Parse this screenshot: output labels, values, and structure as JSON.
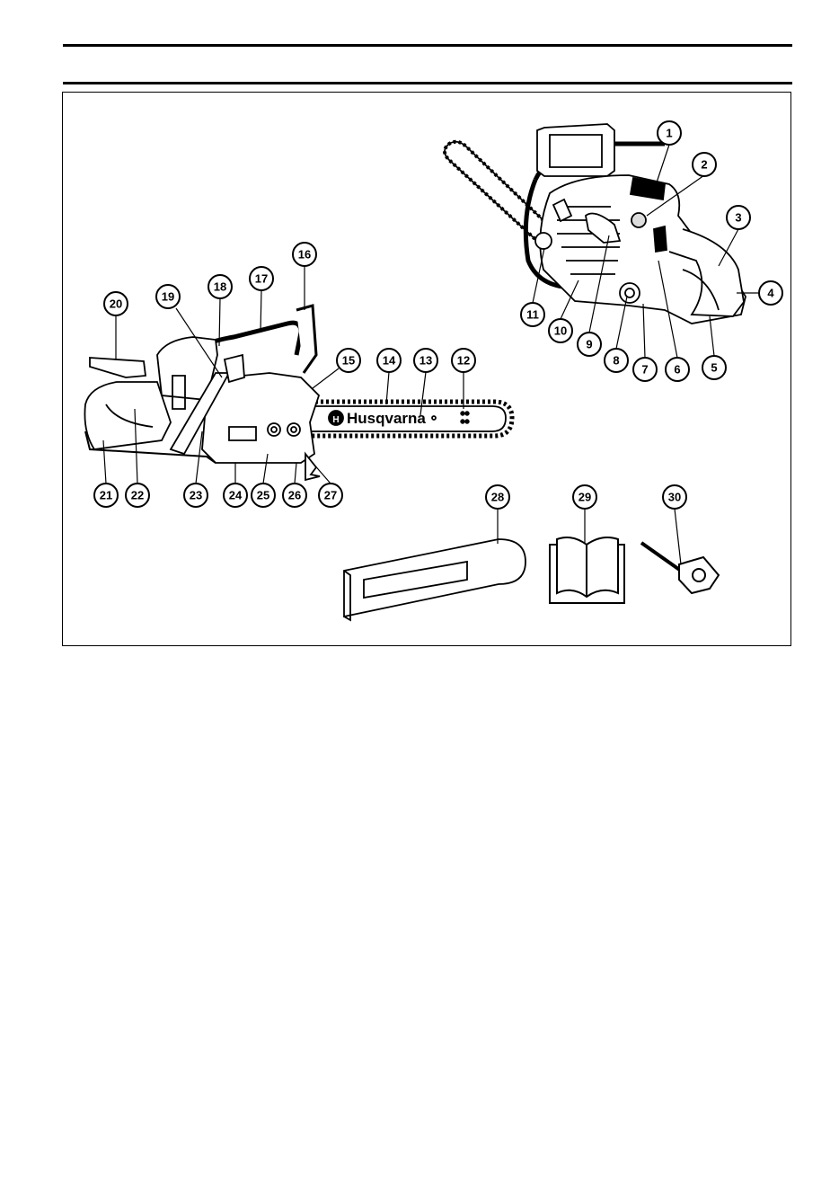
{
  "figure": {
    "brand_text": "Husqvarna",
    "callouts": [
      {
        "n": "1"
      },
      {
        "n": "2"
      },
      {
        "n": "3"
      },
      {
        "n": "4"
      },
      {
        "n": "5"
      },
      {
        "n": "6"
      },
      {
        "n": "7"
      },
      {
        "n": "8"
      },
      {
        "n": "9"
      },
      {
        "n": "10"
      },
      {
        "n": "11"
      },
      {
        "n": "12"
      },
      {
        "n": "13"
      },
      {
        "n": "14"
      },
      {
        "n": "15"
      },
      {
        "n": "16"
      },
      {
        "n": "17"
      },
      {
        "n": "18"
      },
      {
        "n": "19"
      },
      {
        "n": "20"
      },
      {
        "n": "21"
      },
      {
        "n": "22"
      },
      {
        "n": "23"
      },
      {
        "n": "24"
      },
      {
        "n": "25"
      },
      {
        "n": "26"
      },
      {
        "n": "27"
      },
      {
        "n": "28"
      },
      {
        "n": "29"
      },
      {
        "n": "30"
      }
    ]
  }
}
